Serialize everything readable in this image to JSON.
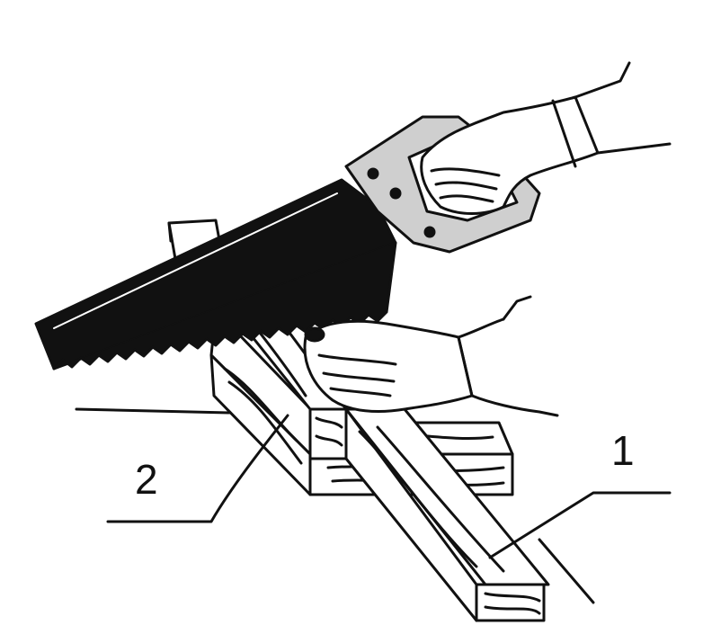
{
  "callouts": [
    {
      "id": "1",
      "text": "1"
    },
    {
      "id": "2",
      "text": "2"
    }
  ],
  "colors": {
    "ink": "#111111",
    "paper": "#ffffff",
    "handle": "#cfcfcf"
  },
  "icons": {
    "saw": "hand-saw-icon",
    "hand": "hand-icon"
  }
}
